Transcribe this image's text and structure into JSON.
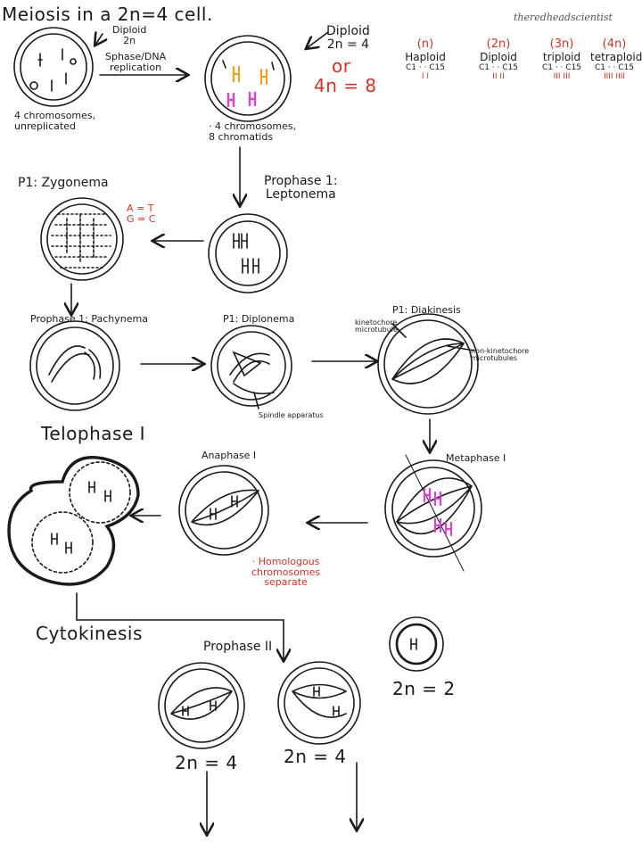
{
  "title": "Meiosis in a 2n=4 cell.",
  "watermark": "theredheadscientist",
  "ploidy_table": [
    {
      "symbol": "(n)",
      "name": "Haploid",
      "chromosomes": "C1 · · C15",
      "copies": "I        I"
    },
    {
      "symbol": "(2n)",
      "name": "Diploid",
      "chromosomes": "C1 · · C15",
      "copies": "II      II"
    },
    {
      "symbol": "(3n)",
      "name": "triploid",
      "chromosomes": "C1 · · C15",
      "copies": "III    III"
    },
    {
      "symbol": "(4n)",
      "name": "tetraploid",
      "chromosomes": "C1 · · C15",
      "copies": "IIII  IIII"
    }
  ],
  "labels": {
    "start_ploidy": "Diploid\n2n",
    "replication": "Sphase/DNA\nreplication",
    "cell1_caption": "4 chromosomes,\nunreplicated",
    "cell2_caption": "· 4 chromosomes,\n8 chromatids",
    "diploid_note": "Diploid\n2n = 4",
    "or_word": "or",
    "four_n": "4n = 8",
    "leptonema": "Prophase 1:\nLeptonema",
    "zygonema": "P1: Zygonema",
    "base_pairs": "A = T\nG = C",
    "pachynema": "Prophase 1: Pachynema",
    "diplonema": "P1: Diplonema",
    "spindle": "Spindle apparatus",
    "diakinesis": "P1: Diakinesis",
    "kinetochore": "kinetochore\nmicrotubule",
    "nonkinetochore": "non-kinetochore\nmicrotubules",
    "metaphase": "Metaphase I",
    "anaphase": "Anaphase I",
    "homologous": "· Homologous\nchromosomes\nseparate",
    "telophase": "Telophase I",
    "cytokinesis": "Cytokinesis",
    "prophase2": "Prophase II",
    "twon_left": "2n = 4",
    "twon_right": "2n = 4",
    "twon_two": "2n = 2"
  },
  "colors": {
    "ink": "#1a1a1a",
    "red_note": "#d93025",
    "orange_chromosome": "#f0a020",
    "magenta_chromosome": "#e040d0"
  }
}
